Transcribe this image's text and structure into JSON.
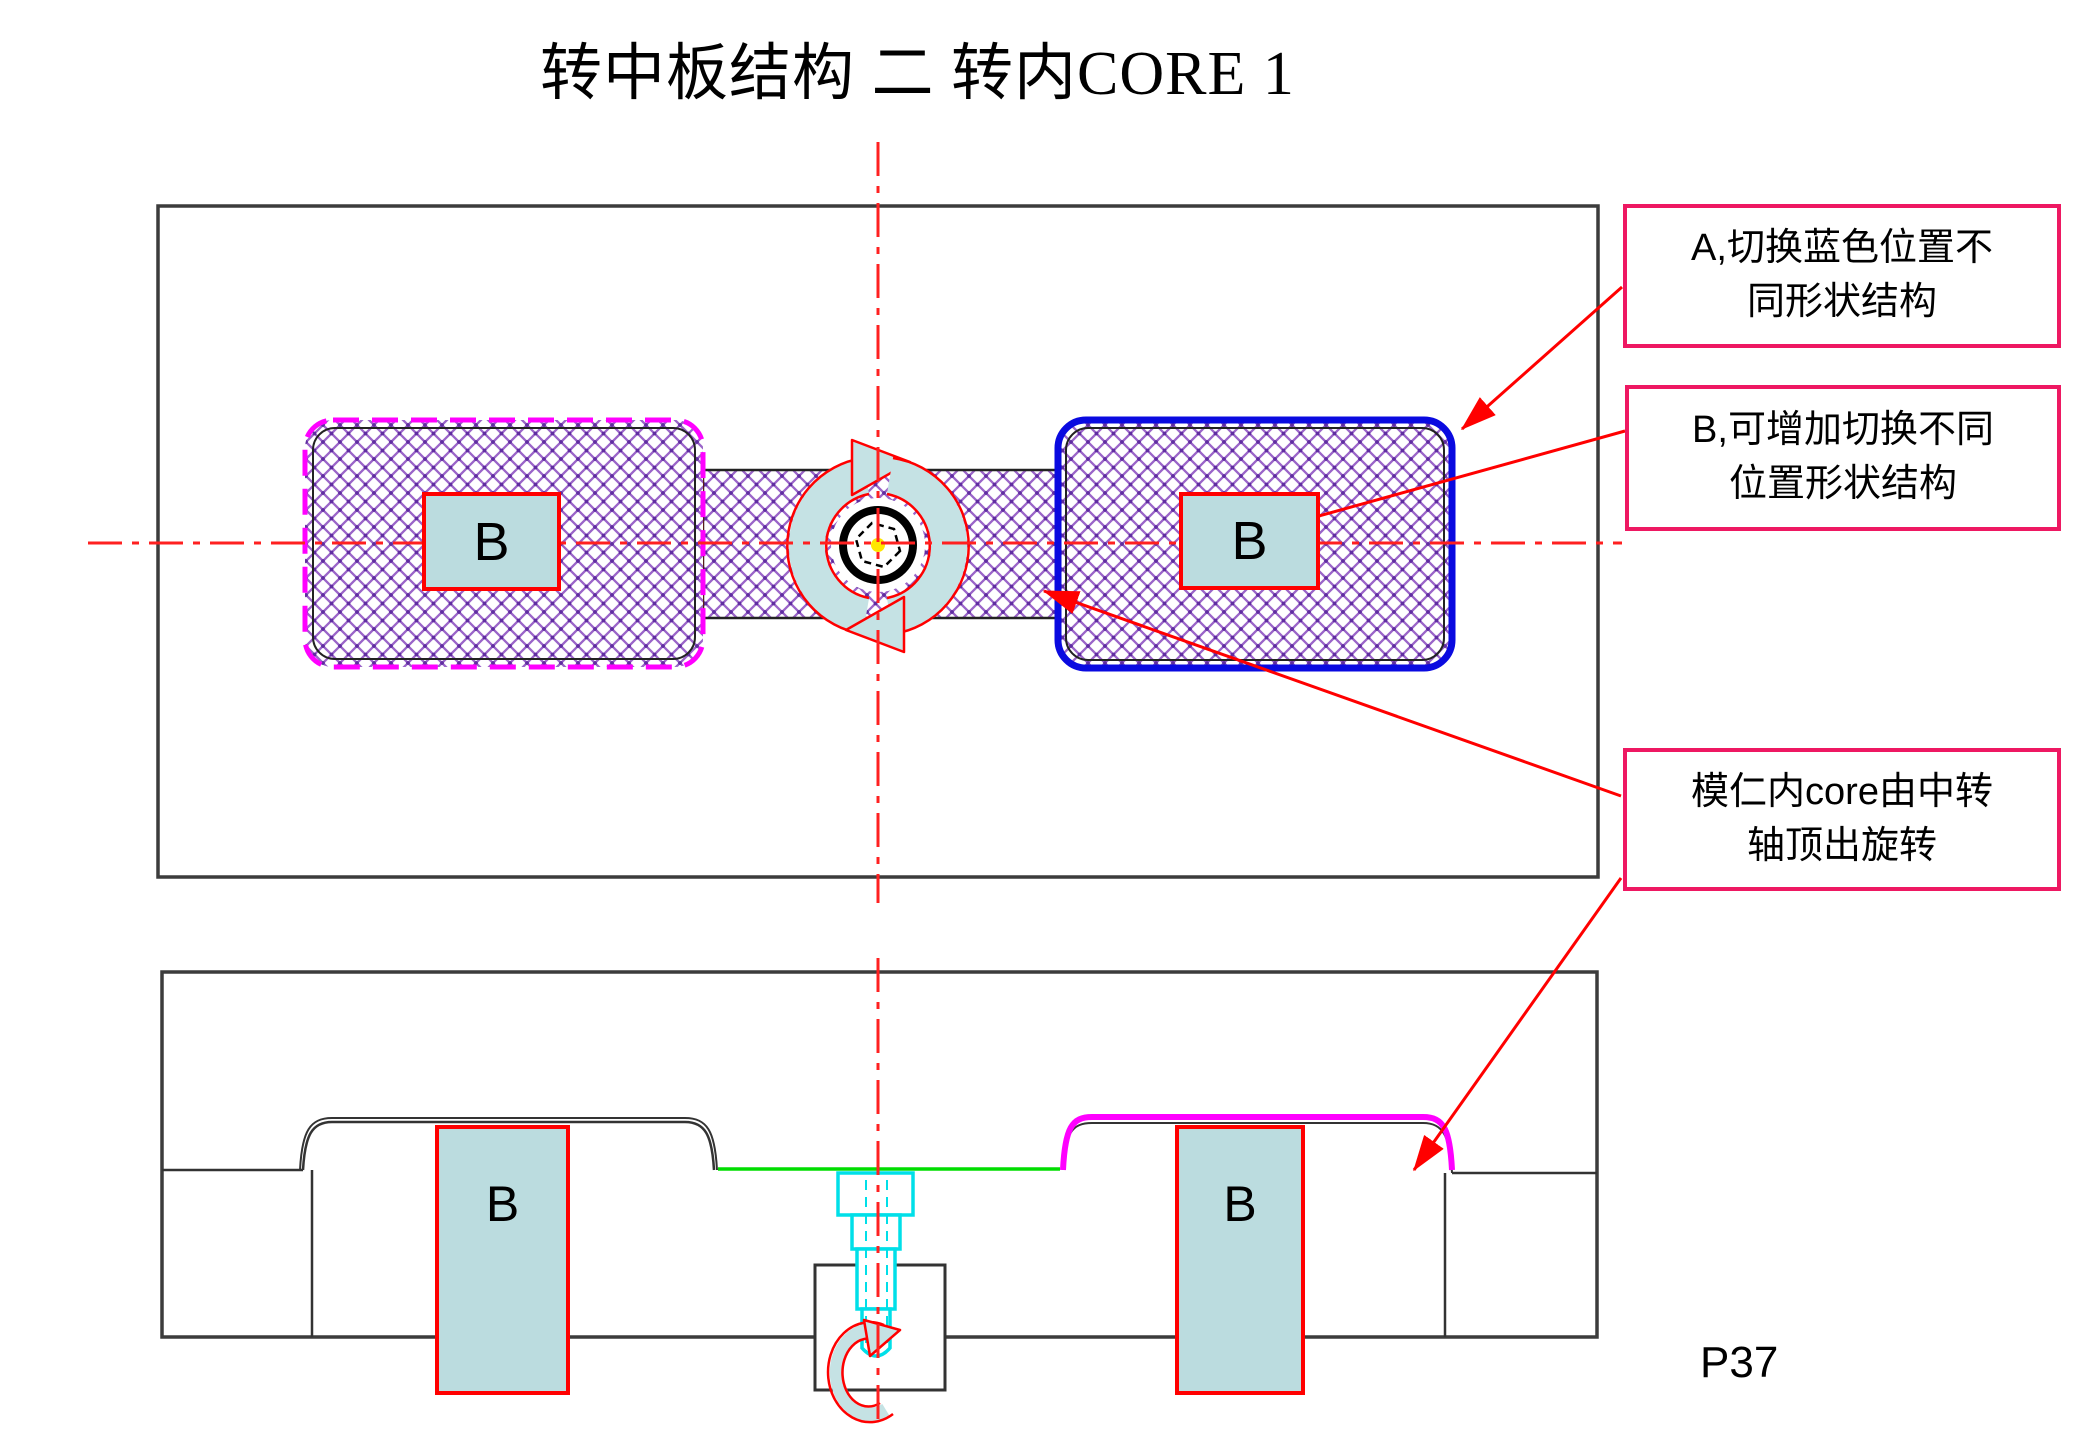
{
  "title": "转中板结构 二 转内CORE 1",
  "page_number": "P37",
  "top_view": {
    "core_label_left": "B",
    "core_label_right": "B"
  },
  "bottom_view": {
    "column_label_left": "B",
    "column_label_right": "B"
  },
  "callouts": {
    "a": "A,切换蓝色位置不\n同形状结构",
    "b": "B,可增加切换不同\n位置形状结构",
    "c": "模仁内core由中转\n轴顶出旋转"
  },
  "colors": {
    "callout_border": "#EE1862",
    "magenta_outline": "#FF00FF",
    "blue_outline": "#0A0AE0",
    "red": "#FF0000",
    "centerline_red": "#FF2020",
    "hatch_purple": "#9A64C8",
    "hatch_dot_purple": "#5F2DA0",
    "pale_cyan_fill": "#BBDCDF",
    "arrow_fill_pale_blue": "#C5E2E4",
    "green_line": "#00DD00",
    "cyan_screw": "#00DFE8",
    "yellow_center": "#FFE600",
    "outline_gray": "#3C3C3C"
  }
}
